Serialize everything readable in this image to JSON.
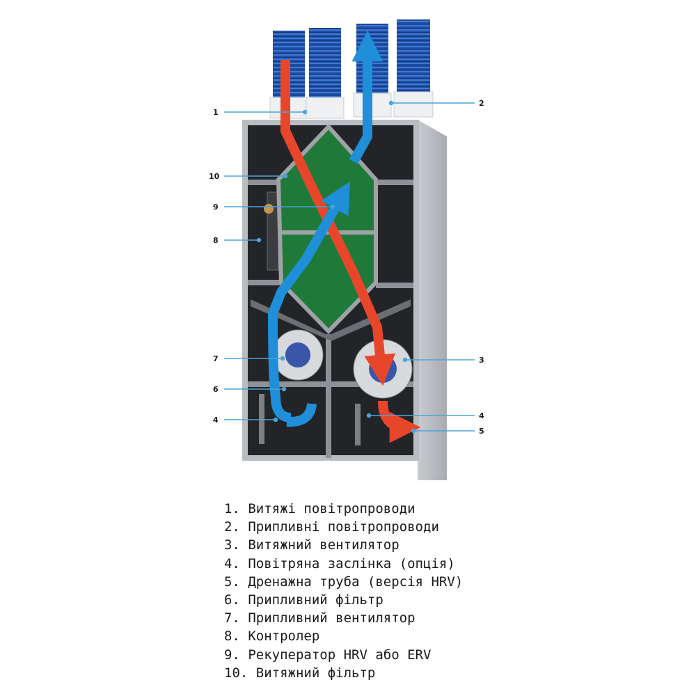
{
  "callouts": {
    "c1": "1",
    "c2": "2",
    "c3": "3",
    "c4a": "4",
    "c4b": "4",
    "c5": "5",
    "c6": "6",
    "c7": "7",
    "c8": "8",
    "c9": "9",
    "c10": "10"
  },
  "legend": [
    {
      "num": "1.",
      "text": "Витяжі повітропроводи"
    },
    {
      "num": "2.",
      "text": "Припливні повітропроводи"
    },
    {
      "num": "3.",
      "text": "Витяжний вентилятор"
    },
    {
      "num": "4.",
      "text": "Повітряна заслінка (опція)"
    },
    {
      "num": "5.",
      "text": "Дренажна труба (версія HRV)"
    },
    {
      "num": "6.",
      "text": "Припливний фільтр"
    },
    {
      "num": "7.",
      "text": "Припливний вентилятор"
    },
    {
      "num": "8.",
      "text": "Контролер"
    },
    {
      "num": "9.",
      "text": "Рекуператор HRV або ERV"
    },
    {
      "num": "10.",
      "text": "Витяжний фільтр"
    }
  ],
  "colors": {
    "exhaust_arrow": "#e8462a",
    "supply_arrow": "#1e8fd8",
    "duct_blue": "#1f4fa8",
    "heat_exchanger": "#1f7a3a",
    "housing": "#b9bcc0",
    "interior": "#222428",
    "callout_line": "#4aa3dd"
  }
}
